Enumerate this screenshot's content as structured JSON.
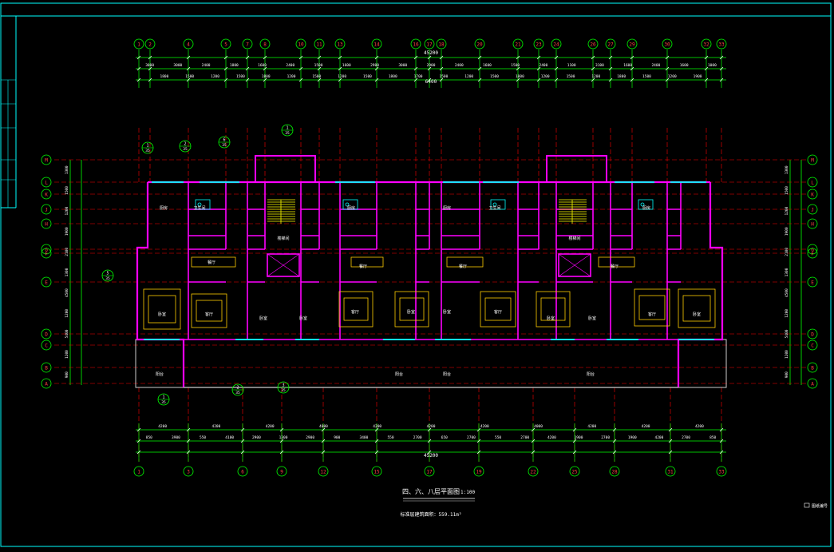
{
  "drawing": {
    "title": "四、六、八层平面图",
    "scale": "1:100",
    "area_note": "标准层建筑面积：559.11m²",
    "stamp": "图纸编号"
  },
  "dimensions": {
    "overall_top": "45200",
    "overall_bottom": "45200",
    "mid_top": "6400",
    "top_row1": [
      "3000",
      "3000",
      "2400",
      "1800",
      "1600",
      "2400",
      "1500",
      "1600",
      "2900",
      "3000",
      "2900",
      "2400",
      "1600",
      "1500",
      "2400",
      "1100",
      "3100",
      "1600",
      "2400",
      "1600",
      "1000"
    ],
    "top_row2": [
      "1800",
      "1500",
      "1200",
      "1500",
      "1800",
      "1200",
      "1500",
      "1200",
      "1500",
      "1800",
      "1700",
      "1500",
      "1200",
      "1500",
      "1800",
      "1200",
      "1500",
      "1200",
      "1800",
      "1500",
      "1200",
      "1900"
    ],
    "bottom_row1": [
      "4200",
      "4200",
      "4200",
      "4000",
      "4200",
      "4200",
      "4200",
      "4000",
      "4200",
      "4200",
      "4200"
    ],
    "bottom_row2": [
      "850",
      "3900",
      "550",
      "4100",
      "2900",
      "1300",
      "2900",
      "900",
      "3400",
      "550",
      "2700",
      "650",
      "2700",
      "550",
      "2700",
      "4200",
      "1900",
      "2700",
      "1900",
      "4200",
      "2700",
      "850"
    ],
    "left_vertical": [
      "1300",
      "1500",
      "1200",
      "1900",
      "2100",
      "1300",
      "4500",
      "1200",
      "5400",
      "1200",
      "900"
    ],
    "right_vertical": [
      "1300",
      "1500",
      "1200",
      "1900",
      "2100",
      "1300",
      "4500",
      "1200",
      "5400",
      "1200",
      "900"
    ]
  },
  "axes": {
    "top": [
      "1",
      "2",
      "4",
      "5",
      "7",
      "8",
      "10",
      "11",
      "13",
      "14",
      "16",
      "17",
      "18",
      "20",
      "21",
      "23",
      "24",
      "26",
      "27",
      "29",
      "30",
      "32",
      "33"
    ],
    "bottom": [
      "1",
      "3",
      "6",
      "9",
      "12",
      "15",
      "17",
      "19",
      "22",
      "25",
      "28",
      "31",
      "33"
    ],
    "left": [
      "M",
      "L",
      "K",
      "J",
      "H",
      "G",
      "F",
      "E",
      "D",
      "C",
      "B",
      "A"
    ],
    "right": [
      "M",
      "L",
      "K",
      "J",
      "H",
      "G",
      "F",
      "E",
      "D",
      "C",
      "B",
      "A"
    ]
  },
  "callouts": [
    {
      "num": "1",
      "ref": "35"
    },
    {
      "num": "2",
      "ref": "35"
    },
    {
      "num": "6",
      "ref": "35"
    },
    {
      "num": "1",
      "ref": "35"
    },
    {
      "num": "5",
      "ref": "35"
    },
    {
      "num": "1",
      "ref": "35"
    },
    {
      "num": "2",
      "ref": "35"
    },
    {
      "num": "3",
      "ref": "35"
    }
  ],
  "rooms": {
    "bedroom": "卧室",
    "living": "客厅",
    "kitchen": "厨房",
    "bath": "卫生间",
    "balcony": "阳台",
    "dining": "餐厅",
    "stair": "楼梯间"
  },
  "colors": {
    "background": "#000000",
    "grid": "#00ff00",
    "wall": "#ff00ff",
    "axis": "#ff0000",
    "frame": "#00ffff",
    "furniture": "#ffcc00",
    "text": "#ffffff"
  }
}
